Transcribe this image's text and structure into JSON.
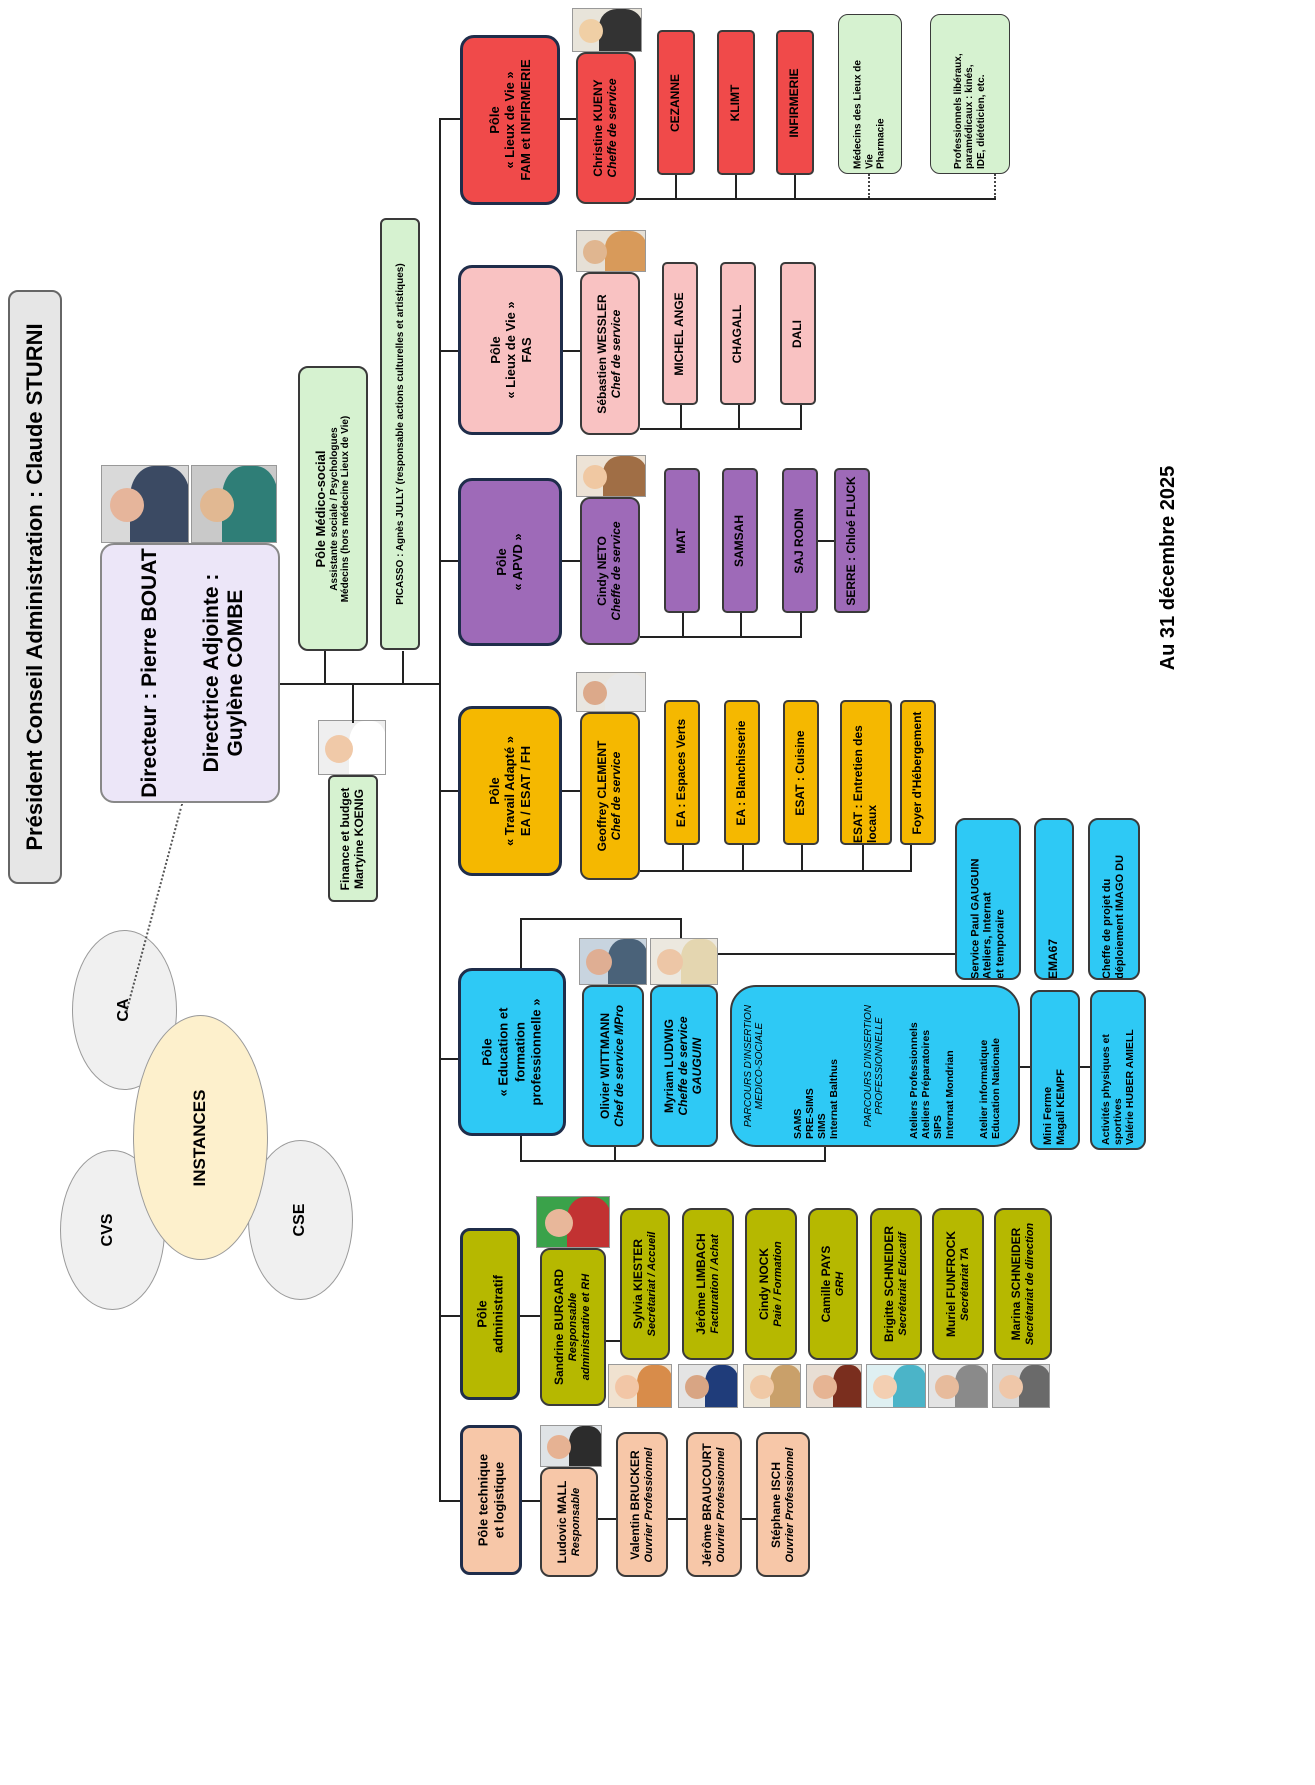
{
  "president": "Président Conseil Administration : Claude STURNI",
  "date": "Au 31 décembre 2025",
  "direction": {
    "directeur": "Directeur : Pierre BOUAT",
    "directrice_line1": "Directrice Adjointe :",
    "directrice_line2": "Guylène COMBE"
  },
  "instances": {
    "center": "INSTANCES",
    "ca": "CA",
    "cvs": "CVS",
    "cse": "CSE"
  },
  "finance": {
    "line1": "Finance et budget",
    "line2": "Martyine KOENIG"
  },
  "medico": {
    "title": "Pôle Médico-social",
    "line2": "Assistante sociale / Psychologues",
    "line3": "Médecins (hors médecine Lieux de Vie)"
  },
  "picasso": "PICASSO : Agnès JULLY (responsable actions culturelles et artistiques)",
  "poles": {
    "fam": {
      "line1": "Pôle",
      "line2": "« Lieux de Vie »",
      "line3": "FAM et INFIRMERIE",
      "chef_name": "Christine KUENY",
      "chef_role": "Cheffe de service",
      "units": [
        "CEZANNE",
        "KLIMT",
        "INFIRMERIE"
      ],
      "extra1_line1": "Médecins des Lieux de",
      "extra1_line2": "Vie",
      "extra1_line3": "Pharmacie",
      "extra2_line1": "Professionnels libéraux,",
      "extra2_line2": "paramédicaux : kinés,",
      "extra2_line3": "IDE, diététicien, etc."
    },
    "fas": {
      "line1": "Pôle",
      "line2": "« Lieux de Vie »",
      "line3": "FAS",
      "chef_name": "Sébastien WESSLER",
      "chef_role": "Chef de service",
      "units": [
        "MICHEL ANGE",
        "CHAGALL",
        "DALI"
      ]
    },
    "apvd": {
      "line1": "Pôle",
      "line2": "« APVD »",
      "chef_name": "Cindy NETO",
      "chef_role": "Cheffe de service",
      "units": [
        "MAT",
        "SAMSAH",
        "SAJ RODIN"
      ],
      "serre": "SERRE : Chloé FLUCK"
    },
    "travail": {
      "line1": "Pôle",
      "line2": "« Travail Adapté »",
      "line3": "EA / ESAT / FH",
      "chef_name": "Geoffrey CLEMENT",
      "chef_role": "Chef de service",
      "units": [
        "EA : Espaces Verts",
        "EA : Blanchisserie",
        "ESAT : Cuisine"
      ],
      "unit4_line1": "ESAT : Entretien des",
      "unit4_line2": "locaux",
      "unit5": "Foyer d'Hébergement"
    },
    "education": {
      "line1": "Pôle",
      "line2": "« Education et",
      "line3": "formation",
      "line4": "professionnelle »",
      "chef1_name": "Olivier WITTMANN",
      "chef1_role": "Chef de service MPro",
      "chef2_name": "Myriam LUDWIG",
      "chef2_role1": "Cheffe de service",
      "chef2_role2": "GAUGUIN",
      "gauguin_line1": "Service Paul GAUGUIN",
      "gauguin_line2": "Ateliers, Internat",
      "gauguin_line3": "et temporaire",
      "ema": "EMA67",
      "imago_line1": "Cheffe de projet du",
      "imago_line2": "déploiement IMAGO DU",
      "parcours1_title1": "PARCOURS D'INSERTION",
      "parcours1_title2": "MEDICO-SOCIALE",
      "parcours1_items": [
        "SAMS",
        "PRE-SIMS",
        "SIMS",
        "Internat Balthus"
      ],
      "parcours2_title1": "PARCOURS D'INSERTION",
      "parcours2_title2": "PROFESSIONNELLE",
      "parcours2_items": [
        "Ateliers Professionnels",
        "Ateliers Préparatoires",
        "SIPS",
        "Internat Mondrian"
      ],
      "parcours3_items": [
        "Atelier informatique",
        "Education Nationale"
      ],
      "mini_ferme_line1": "Mini Ferme",
      "mini_ferme_line2": "Magali KEMPF",
      "activites_line1": "Activités physiques et",
      "activites_line2": "sportives",
      "activites_line3": "Valérie HUBER AMIELL"
    },
    "admin": {
      "line1": "Pôle",
      "line2": "administratif",
      "chef_name": "Sandrine BURGARD",
      "chef_role1": "Responsable",
      "chef_role2": "administrative et RH",
      "staff": [
        {
          "name": "Sylvia KIESTER",
          "role": "Secrétariat / Accueil"
        },
        {
          "name": "Jérôme LIMBACH",
          "role": "Facturation / Achat"
        },
        {
          "name": "Cindy NOCK",
          "role": "Paie / Formation"
        },
        {
          "name": "Camille PAYS",
          "role": "GRH"
        },
        {
          "name": "Brigitte SCHNEIDER",
          "role": "Secrétariat Educatif"
        },
        {
          "name": "Muriel FUNFROCK",
          "role": "Secrétariat TA"
        },
        {
          "name": "Marina SCHNEIDER",
          "role": "Secrétariat de direction"
        }
      ]
    },
    "technique": {
      "line1": "Pôle technique",
      "line2": "et logistique",
      "chef_name": "Ludovic MALL",
      "chef_role": "Responsable",
      "staff": [
        {
          "name": "Valentin BRUCKER",
          "role": "Ouvrier Professionnel"
        },
        {
          "name": "Jérôme BRAUCOURT",
          "role": "Ouvrier Professionnel"
        },
        {
          "name": "Stéphane ISCH",
          "role": "Ouvrier Professionnel"
        }
      ]
    }
  },
  "colors": {
    "red": "#f04a4a",
    "pink": "#f9c2c2",
    "purple": "#9e6ab8",
    "orange": "#f5b800",
    "blue": "#2ec9f5",
    "olive": "#b6b800",
    "peach": "#f7c7a8",
    "green": "#d6f2d0",
    "lavender": "#ece6f8",
    "instances": "#fdf0cc",
    "gray": "#ececec"
  }
}
